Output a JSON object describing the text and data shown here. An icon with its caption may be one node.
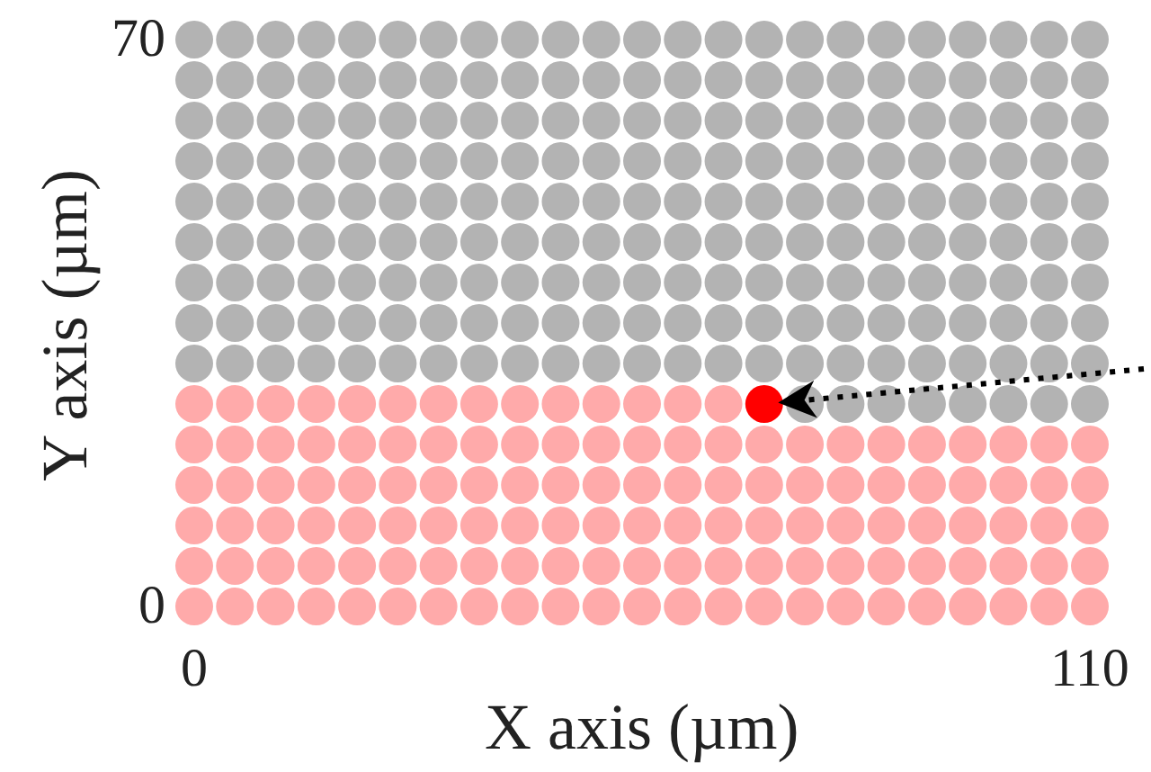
{
  "diagram": {
    "chart_data": {
      "type": "scatter",
      "xlabel": "X axis (µm)",
      "ylabel": "Y axis (µm)",
      "xlim": [
        0,
        110
      ],
      "ylim": [
        0,
        70
      ],
      "xticks": [
        {
          "value": 0,
          "label": "0"
        },
        {
          "value": 110,
          "label": "110"
        }
      ],
      "yticks": [
        {
          "value": 0,
          "label": "0"
        },
        {
          "value": 70,
          "label": "70"
        }
      ],
      "series": [
        {
          "color": "#ffaaaa",
          "x": [
            0,
            5,
            10,
            15,
            20,
            25,
            30,
            35,
            40,
            45,
            50,
            55,
            60,
            65,
            70,
            75,
            80,
            85,
            90,
            95,
            100,
            105,
            110,
            0,
            5,
            10,
            15,
            20,
            25,
            30,
            35,
            40,
            45,
            50,
            55,
            60,
            65,
            70,
            75,
            80,
            85,
            90,
            95,
            100,
            105,
            110,
            0,
            5,
            10,
            15,
            20,
            25,
            30,
            35,
            40,
            45,
            50,
            55,
            60,
            65,
            70,
            75,
            80,
            85,
            90,
            95,
            100,
            105,
            110,
            0,
            5,
            10,
            15,
            20,
            25,
            30,
            35,
            40,
            45,
            50,
            55,
            60,
            65,
            70,
            75,
            80,
            85,
            90,
            95,
            100,
            105,
            110,
            0,
            5,
            10,
            15,
            20,
            25,
            30,
            35,
            40,
            45,
            50,
            55,
            60,
            65,
            70,
            75,
            80,
            85,
            90,
            95,
            100,
            105,
            110,
            0,
            5,
            10,
            15,
            20,
            25,
            30,
            35,
            40,
            45,
            50,
            55,
            60,
            65
          ],
          "values": [
            0,
            0,
            0,
            0,
            0,
            0,
            0,
            0,
            0,
            0,
            0,
            0,
            0,
            0,
            0,
            0,
            0,
            0,
            0,
            0,
            0,
            0,
            0,
            5,
            5,
            5,
            5,
            5,
            5,
            5,
            5,
            5,
            5,
            5,
            5,
            5,
            5,
            5,
            5,
            5,
            5,
            5,
            5,
            5,
            5,
            5,
            10,
            10,
            10,
            10,
            10,
            10,
            10,
            10,
            10,
            10,
            10,
            10,
            10,
            10,
            10,
            10,
            10,
            10,
            10,
            10,
            10,
            10,
            10,
            15,
            15,
            15,
            15,
            15,
            15,
            15,
            15,
            15,
            15,
            15,
            15,
            15,
            15,
            15,
            15,
            15,
            15,
            15,
            15,
            15,
            15,
            15,
            20,
            20,
            20,
            20,
            20,
            20,
            20,
            20,
            20,
            20,
            20,
            20,
            20,
            20,
            20,
            20,
            20,
            20,
            20,
            20,
            20,
            20,
            20,
            25,
            25,
            25,
            25,
            25,
            25,
            25,
            25,
            25,
            25,
            25,
            25,
            25,
            25
          ]
        },
        {
          "color": "#b3b3b3",
          "x": [
            75,
            80,
            85,
            90,
            95,
            100,
            105,
            110,
            0,
            5,
            10,
            15,
            20,
            25,
            30,
            35,
            40,
            45,
            50,
            55,
            60,
            65,
            70,
            75,
            80,
            85,
            90,
            95,
            100,
            105,
            110,
            0,
            5,
            10,
            15,
            20,
            25,
            30,
            35,
            40,
            45,
            50,
            55,
            60,
            65,
            70,
            75,
            80,
            85,
            90,
            95,
            100,
            105,
            110,
            0,
            5,
            10,
            15,
            20,
            25,
            30,
            35,
            40,
            45,
            50,
            55,
            60,
            65,
            70,
            75,
            80,
            85,
            90,
            95,
            100,
            105,
            110,
            0,
            5,
            10,
            15,
            20,
            25,
            30,
            35,
            40,
            45,
            50,
            55,
            60,
            65,
            70,
            75,
            80,
            85,
            90,
            95,
            100,
            105,
            110,
            0,
            5,
            10,
            15,
            20,
            25,
            30,
            35,
            40,
            45,
            50,
            55,
            60,
            65,
            70,
            75,
            80,
            85,
            90,
            95,
            100,
            105,
            110,
            0,
            5,
            10,
            15,
            20,
            25,
            30,
            35,
            40,
            45,
            50,
            55,
            60,
            65,
            70,
            75,
            80,
            85,
            90,
            95,
            100,
            105,
            110,
            0,
            5,
            10,
            15,
            20,
            25,
            30,
            35,
            40,
            45,
            50,
            55,
            60,
            65,
            70,
            75,
            80,
            85,
            90,
            95,
            100,
            105,
            110,
            0,
            5,
            10,
            15,
            20,
            25,
            30,
            35,
            40,
            45,
            50,
            55,
            60,
            65,
            70,
            75,
            80,
            85,
            90,
            95,
            100,
            105,
            110,
            0,
            5,
            10,
            15,
            20,
            25,
            30,
            35,
            40,
            45,
            50,
            55,
            60,
            65,
            70,
            75,
            80,
            85,
            90,
            95,
            100,
            105,
            110
          ],
          "values": [
            25,
            25,
            25,
            25,
            25,
            25,
            25,
            25,
            30,
            30,
            30,
            30,
            30,
            30,
            30,
            30,
            30,
            30,
            30,
            30,
            30,
            30,
            30,
            30,
            30,
            30,
            30,
            30,
            30,
            30,
            30,
            35,
            35,
            35,
            35,
            35,
            35,
            35,
            35,
            35,
            35,
            35,
            35,
            35,
            35,
            35,
            35,
            35,
            35,
            35,
            35,
            35,
            35,
            35,
            40,
            40,
            40,
            40,
            40,
            40,
            40,
            40,
            40,
            40,
            40,
            40,
            40,
            40,
            40,
            40,
            40,
            40,
            40,
            40,
            40,
            40,
            40,
            45,
            45,
            45,
            45,
            45,
            45,
            45,
            45,
            45,
            45,
            45,
            45,
            45,
            45,
            45,
            45,
            45,
            45,
            45,
            45,
            45,
            45,
            45,
            50,
            50,
            50,
            50,
            50,
            50,
            50,
            50,
            50,
            50,
            50,
            50,
            50,
            50,
            50,
            50,
            50,
            50,
            50,
            50,
            50,
            50,
            50,
            55,
            55,
            55,
            55,
            55,
            55,
            55,
            55,
            55,
            55,
            55,
            55,
            55,
            55,
            55,
            55,
            55,
            55,
            55,
            55,
            55,
            55,
            55,
            60,
            60,
            60,
            60,
            60,
            60,
            60,
            60,
            60,
            60,
            60,
            60,
            60,
            60,
            60,
            60,
            60,
            60,
            60,
            60,
            60,
            60,
            60,
            65,
            65,
            65,
            65,
            65,
            65,
            65,
            65,
            65,
            65,
            65,
            65,
            65,
            65,
            65,
            65,
            65,
            65,
            65,
            65,
            65,
            65,
            65,
            70,
            70,
            70,
            70,
            70,
            70,
            70,
            70,
            70,
            70,
            70,
            70,
            70,
            70,
            70,
            70,
            70,
            70,
            70,
            70,
            70,
            70,
            70
          ]
        },
        {
          "color": "#ff0000",
          "x": [
            70
          ],
          "values": [
            25
          ]
        }
      ]
    }
  }
}
